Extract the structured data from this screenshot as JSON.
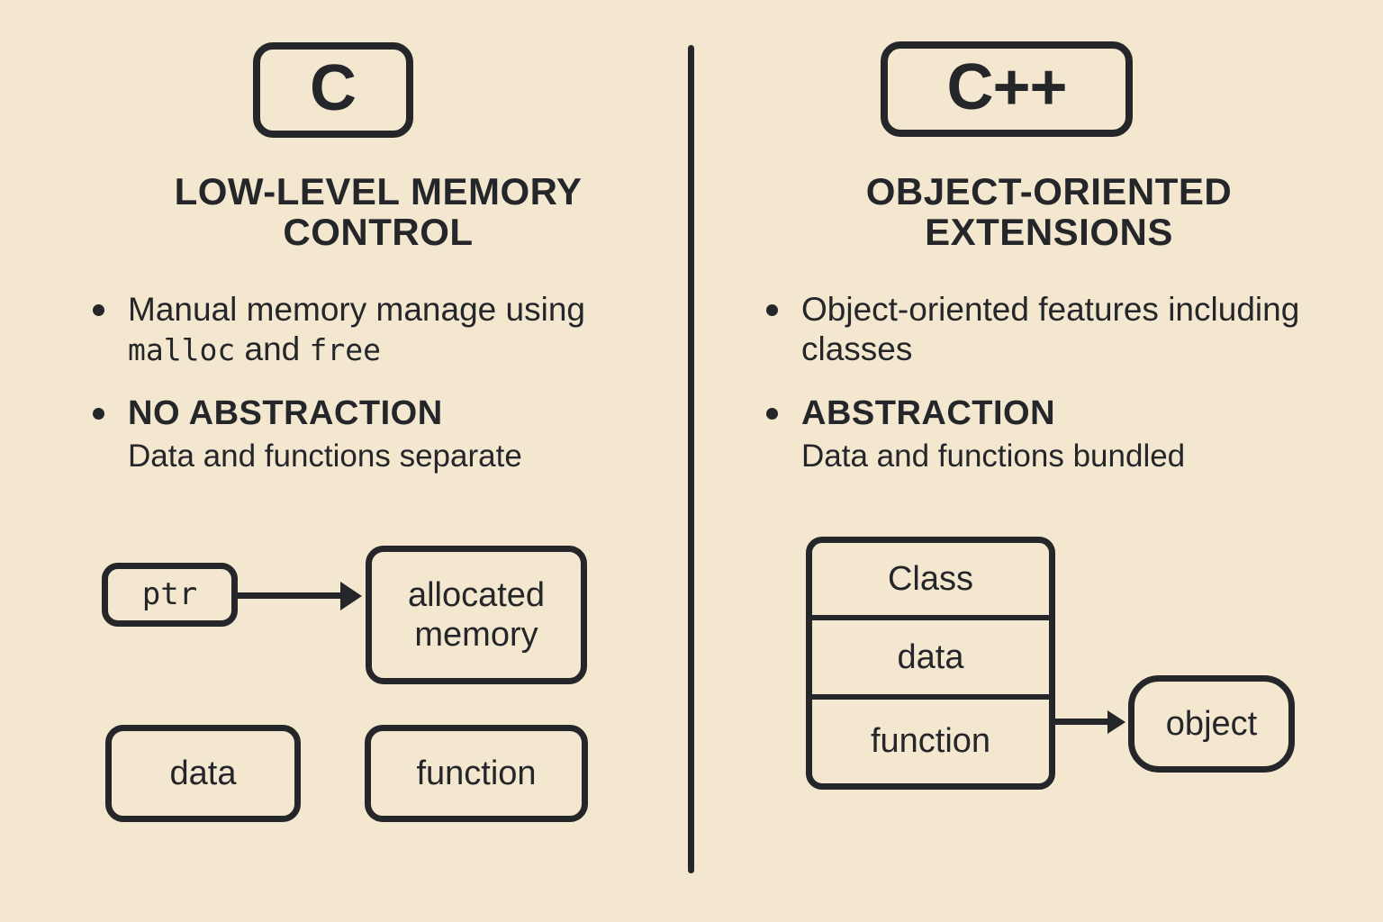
{
  "canvas": {
    "background_color": "#f3e7cf",
    "ink_color": "#24262a"
  },
  "left": {
    "badge_label": "C",
    "heading": "LOW-LEVEL MEMORY CONTROL",
    "bullets": [
      {
        "main_prefix": "Manual memory manage using ",
        "code_1": "malloc",
        "middle": " and ",
        "code_2": "free",
        "sub": ""
      },
      {
        "main": "NO ABSTRACTION",
        "sub": "Data and functions separate"
      }
    ],
    "diagram": {
      "ptr_label": "ptr",
      "allocated_label": "allocated memory",
      "data_label": "data",
      "function_label": "function",
      "arrow_name": "ptr-to-allocated-memory-arrow"
    }
  },
  "right": {
    "badge_label": "C++",
    "heading": "OBJECT-ORIENTED EXTENSIONS",
    "bullets": [
      {
        "main": "Object-oriented features including classes",
        "sub": ""
      },
      {
        "main": "ABSTRACTION",
        "sub": "Data and functions bundled"
      }
    ],
    "diagram": {
      "class_title": "Class",
      "class_data": "data",
      "class_function": "function",
      "object_label": "object",
      "arrow_name": "class-to-object-arrow"
    }
  }
}
